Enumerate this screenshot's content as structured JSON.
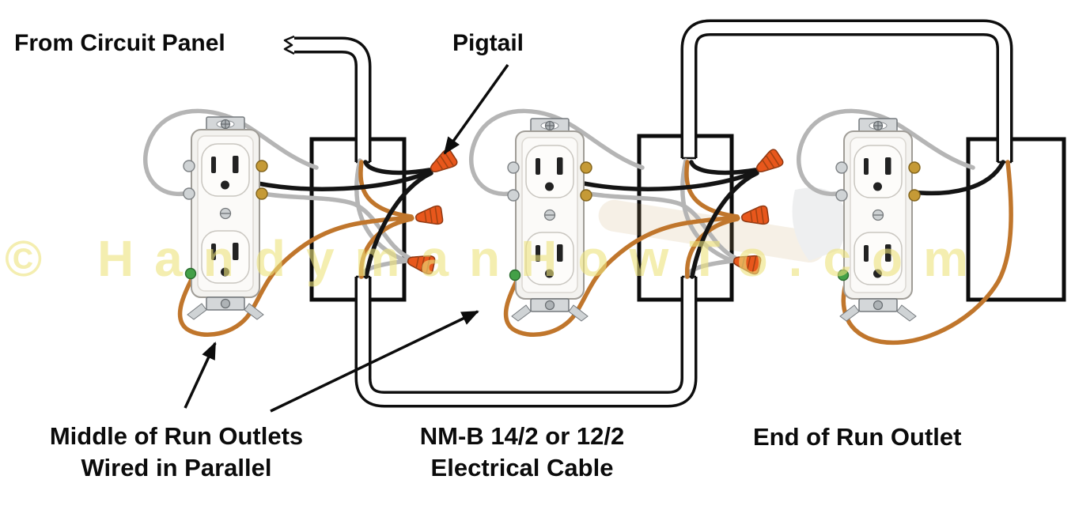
{
  "labels": {
    "from_circuit_panel": "From Circuit Panel",
    "pigtail": "Pigtail",
    "middle_of_run_line1": "Middle of Run Outlets",
    "middle_of_run_line2": "Wired in Parallel",
    "cable_line1": "NM-B 14/2 or 12/2",
    "cable_line2": "Electrical Cable",
    "end_of_run": "End of Run Outlet"
  },
  "watermark": "© HandymanHowTo.com",
  "colors": {
    "hot_wire_black": "#141414",
    "neutral_wire_gray": "#b5b5b5",
    "ground_wire_copper": "#c0762c",
    "wire_nut_orange": "#e8571c",
    "watermark_yellow": "#eee37d"
  }
}
